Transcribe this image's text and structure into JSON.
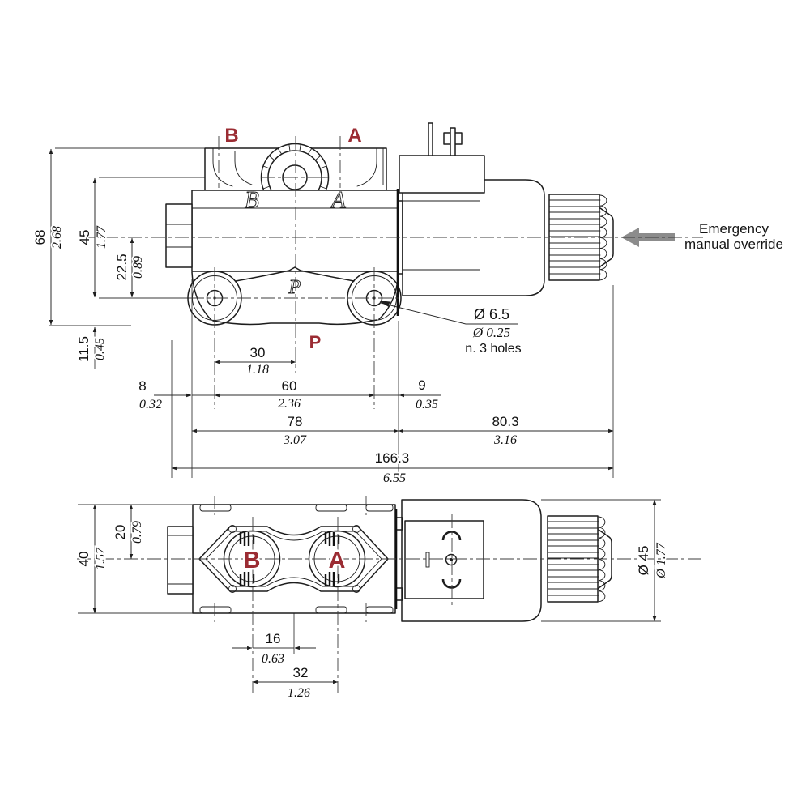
{
  "drawing": {
    "type": "technical-dimension-drawing",
    "subject": "solenoid cartridge valve body, two orthographic views",
    "colors": {
      "line": "#1d1d1d",
      "port_label_red": "#9b2c33",
      "arrow_gray": "#8c8c8c",
      "background": "#ffffff"
    }
  },
  "dims": {
    "d68": {
      "mm": "68",
      "inch": "2.68"
    },
    "d45": {
      "mm": "45",
      "inch": "1.77"
    },
    "d22_5": {
      "mm": "22.5",
      "inch": "0.89"
    },
    "d11_5": {
      "mm": "11.5",
      "inch": "0.45"
    },
    "d8": {
      "mm": "8",
      "inch": "0.32"
    },
    "d30": {
      "mm": "30",
      "inch": "1.18"
    },
    "d60": {
      "mm": "60",
      "inch": "2.36"
    },
    "d9": {
      "mm": "9",
      "inch": "0.35"
    },
    "d78": {
      "mm": "78",
      "inch": "3.07"
    },
    "d80_3": {
      "mm": "80.3",
      "inch": "3.16"
    },
    "d166_3": {
      "mm": "166.3",
      "inch": "6.55"
    },
    "d40": {
      "mm": "40",
      "inch": "1.57"
    },
    "d20": {
      "mm": "20",
      "inch": "0.79"
    },
    "d16": {
      "mm": "16",
      "inch": "0.63"
    },
    "d32": {
      "mm": "32",
      "inch": "1.26"
    },
    "dia45": {
      "mm": "Ø 45",
      "inch": "Ø 1.77"
    }
  },
  "notes": {
    "hole_dia_mm": "Ø 6.5",
    "hole_dia_inch": "Ø 0.25",
    "hole_count": "n. 3 holes",
    "emergency_line1": "Emergency",
    "emergency_line2": "manual override"
  },
  "ports": {
    "b": "B",
    "a": "A",
    "p": "P"
  }
}
